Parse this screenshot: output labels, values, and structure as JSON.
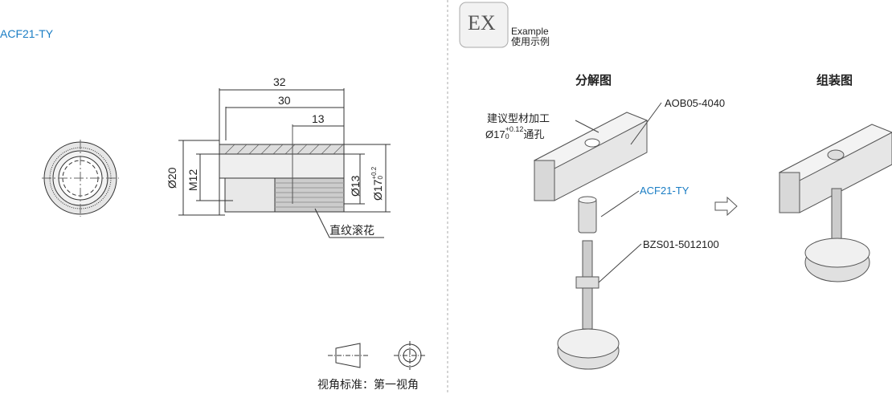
{
  "part_code": "ACF21-TY",
  "dimensions": {
    "overall_length": "32",
    "body_length": "30",
    "counterbore_depth": "13",
    "outer_diameter": "Ø20",
    "thread": "M12",
    "counterbore_diameter": "Ø13",
    "knurl_diameter": "Ø17",
    "knurl_tol_upper": "+0.2",
    "knurl_tol_lower": "0",
    "knurl_note": "直纹滚花"
  },
  "projection": {
    "label": "视角标准：第一视角"
  },
  "example": {
    "badge": "EX",
    "title_en": "Example",
    "title_cn": "使用示例",
    "exploded_title": "分解图",
    "assembled_title": "组装图",
    "callouts": {
      "machining": "建议型材加工",
      "hole_prefix": "Ø17",
      "hole_tol_upper": "+0.12",
      "hole_tol_lower": "0",
      "hole_suffix": "通孔",
      "profile": "AOB05-4040",
      "part": "ACF21-TY",
      "foot": "BZS01-5012100"
    }
  },
  "colors": {
    "accent": "#1a7dc4"
  }
}
